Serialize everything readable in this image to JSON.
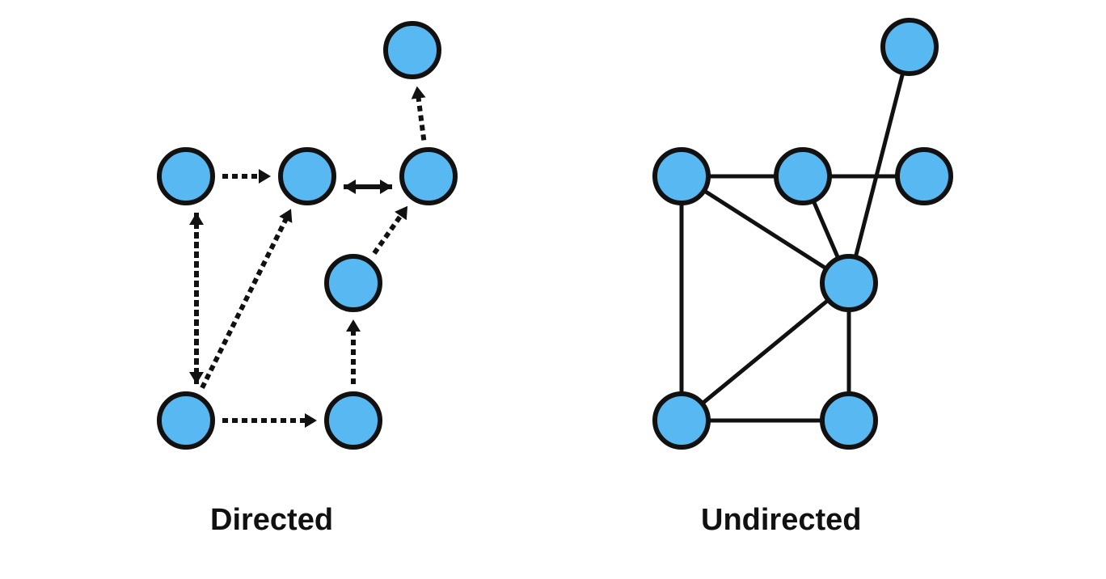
{
  "colors": {
    "node_fill": "#58b9f2",
    "node_stroke": "#111111",
    "edge": "#111111"
  },
  "directed": {
    "caption": "Directed",
    "nodes": [
      "a",
      "b",
      "c",
      "d",
      "e",
      "f",
      "g"
    ],
    "edges": [
      {
        "from": "a",
        "to": "b"
      },
      {
        "from": "c",
        "to": "b"
      },
      {
        "from": "b",
        "to": "c"
      },
      {
        "from": "c",
        "to": "d"
      },
      {
        "from": "a",
        "to": "e"
      },
      {
        "from": "e",
        "to": "a"
      },
      {
        "from": "e",
        "to": "b"
      },
      {
        "from": "e",
        "to": "f"
      },
      {
        "from": "f",
        "to": "g"
      },
      {
        "from": "g",
        "to": "c"
      }
    ]
  },
  "undirected": {
    "caption": "Undirected",
    "nodes": [
      "p",
      "q",
      "r",
      "s",
      "t",
      "u",
      "v"
    ],
    "edges": [
      {
        "from": "p",
        "to": "q"
      },
      {
        "from": "q",
        "to": "r"
      },
      {
        "from": "p",
        "to": "t"
      },
      {
        "from": "q",
        "to": "t"
      },
      {
        "from": "s",
        "to": "t"
      },
      {
        "from": "p",
        "to": "u"
      },
      {
        "from": "t",
        "to": "u"
      },
      {
        "from": "t",
        "to": "v"
      },
      {
        "from": "u",
        "to": "v"
      }
    ]
  }
}
